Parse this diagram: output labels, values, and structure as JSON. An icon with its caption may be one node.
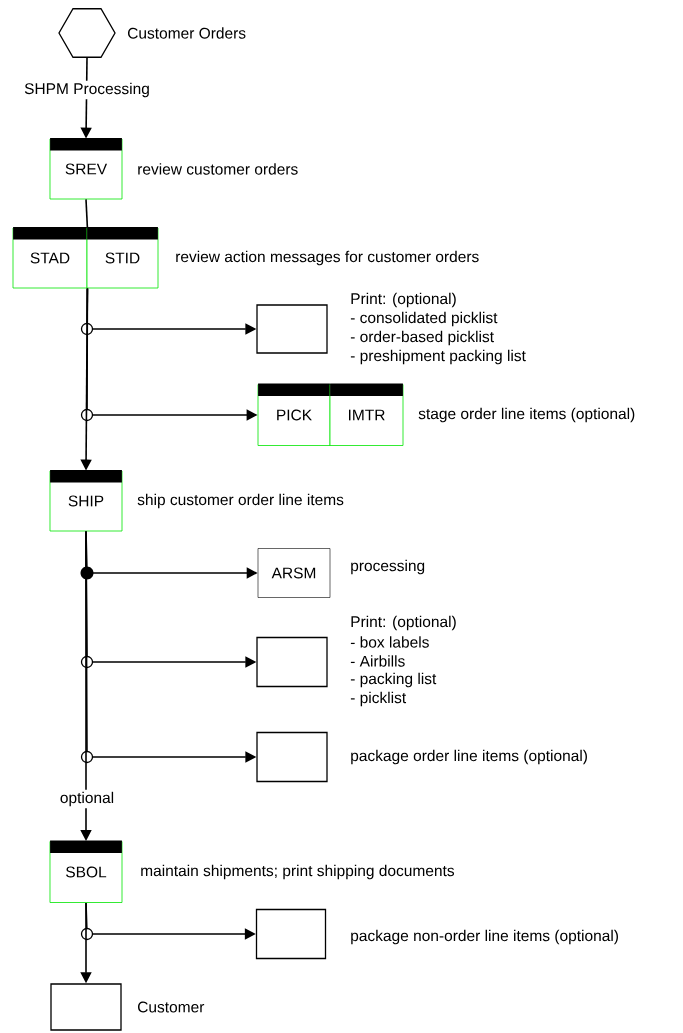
{
  "diagram": {
    "nodes": [
      {
        "text": [],
        "shape": "hexagon",
        "beside": [
          "Customer Orders"
        ]
      },
      {
        "text": [
          "SREV"
        ],
        "beside": [
          "review customer orders"
        ]
      },
      {
        "text": [
          "STAD"
        ]
      },
      {
        "text": [
          "STID"
        ],
        "beside": [
          "review action messages for customer orders"
        ]
      },
      {
        "text": [],
        "shape": "box",
        "beside": [
          "Print: (optional)",
          "- consolidated picklist",
          "- order-based picklist",
          "- preshipment packing list"
        ]
      },
      {
        "text": [
          "PICK"
        ]
      },
      {
        "text": [
          "IMTR"
        ],
        "beside": [
          "stage order line items (optional)"
        ]
      },
      {
        "text": [
          "SHIP"
        ],
        "beside": [
          "ship customer order line items"
        ]
      },
      {
        "text": [
          "ARSM"
        ],
        "beside": [
          "processing"
        ]
      },
      {
        "text": [],
        "shape": "box",
        "beside": [
          "Print: (optional)",
          "- box labels",
          "- Airbills",
          "- packing list",
          "- picklist"
        ]
      },
      {
        "text": [],
        "shape": "box",
        "beside": [
          "package order line items (optional)"
        ]
      },
      {
        "text": [
          "SBOL"
        ],
        "beside": [
          "maintain shipments; print shipping documents"
        ]
      },
      {
        "text": [],
        "shape": "box",
        "beside": [
          "package non-order line items (optional)"
        ]
      },
      {
        "text": [],
        "shape": "box",
        "beside": [
          "Customer"
        ]
      }
    ],
    "edges": [
      {
        "from": 0,
        "to": 1,
        "arrow": "to",
        "label": "SHPM Processing"
      },
      {
        "from": 1,
        "to": 2,
        "arrow": "none"
      },
      {
        "from": 2,
        "to": 4,
        "arrow": "to"
      },
      {
        "from": 2,
        "to": 5,
        "arrow": "to"
      },
      {
        "from": 2,
        "to": 7,
        "arrow": "to"
      },
      {
        "from": 7,
        "to": 8,
        "arrow": "to"
      },
      {
        "from": 7,
        "to": 9,
        "arrow": "to"
      },
      {
        "from": 7,
        "to": 10,
        "arrow": "to"
      },
      {
        "from": 7,
        "to": 11,
        "arrow": "to",
        "label": "optional"
      },
      {
        "from": 11,
        "to": 12,
        "arrow": "to"
      },
      {
        "from": 11,
        "to": 13,
        "arrow": "to"
      }
    ]
  }
}
